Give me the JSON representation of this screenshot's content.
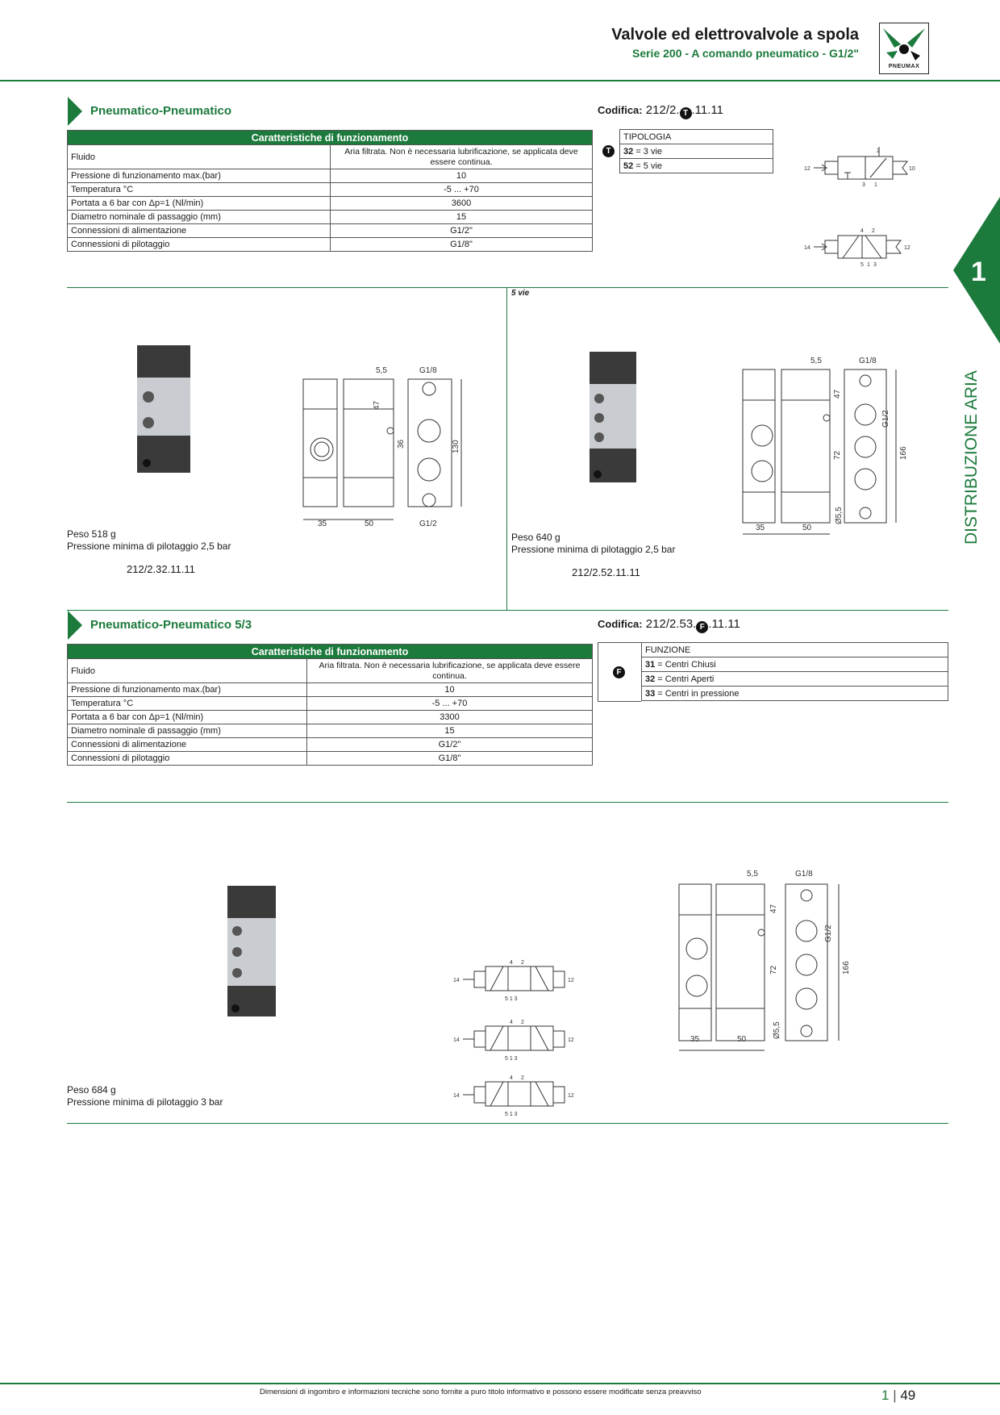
{
  "header": {
    "title": "Valvole ed elettrovalvole a spola",
    "subtitle": "Serie 200 - A comando pneumatico - G1/2\"",
    "logo_text": "PNEUMAX"
  },
  "side_tab": {
    "number": "1",
    "label": "DISTRIBUZIONE ARIA"
  },
  "section1": {
    "title": "Pneumatico-Pneumatico",
    "codifica_label": "Codifica:",
    "codifica_prefix": "212/2.",
    "codifica_marker": "T",
    "codifica_suffix": ".11.11",
    "table_header": "Caratteristiche di funzionamento",
    "rows": [
      {
        "label": "Fluido",
        "value": "Aria filtrata. Non è necessaria lubrificazione, se applicata deve essere continua."
      },
      {
        "label": "Pressione di funzionamento max.(bar)",
        "value": "10"
      },
      {
        "label": "Temperatura °C",
        "value": "-5 ... +70"
      },
      {
        "label": "Portata a 6 bar con Δp=1 (Nl/min)",
        "value": "3600"
      },
      {
        "label": "Diametro nominale di passaggio (mm)",
        "value": "15"
      },
      {
        "label": "Connessioni di alimentazione",
        "value": "G1/2\""
      },
      {
        "label": "Connessioni di pilotaggio",
        "value": "G1/8\""
      }
    ],
    "options": {
      "marker": "T",
      "header": "TIPOLOGIA",
      "items": [
        {
          "code": "32",
          "text": " = 3 vie"
        },
        {
          "code": "52",
          "text": " = 5 vie"
        }
      ]
    }
  },
  "products1": {
    "left": {
      "weight": "Peso 518 g",
      "pressure": "Pressione minima di pilotaggio 2,5 bar",
      "code": "212/2.32.11.11"
    },
    "right_label": "5 vie",
    "right": {
      "weight": "Peso 640 g",
      "pressure": "Pressione minima di pilotaggio 2,5 bar",
      "code": "212/2.52.11.11"
    }
  },
  "section2": {
    "title": "Pneumatico-Pneumatico 5/3",
    "codifica_label": "Codifica:",
    "codifica_prefix": "212/2.53.",
    "codifica_marker": "F",
    "codifica_suffix": ".11.11",
    "table_header": "Caratteristiche di funzionamento",
    "rows": [
      {
        "label": "Fluido",
        "value": "Aria filtrata. Non è necessaria lubrificazione, se applicata deve essere continua."
      },
      {
        "label": "Pressione di funzionamento max.(bar)",
        "value": "10"
      },
      {
        "label": "Temperatura °C",
        "value": "-5 ... +70"
      },
      {
        "label": "Portata a 6 bar con Δp=1 (Nl/min)",
        "value": "3300"
      },
      {
        "label": "Diametro nominale di passaggio (mm)",
        "value": "15"
      },
      {
        "label": "Connessioni di alimentazione",
        "value": "G1/2\""
      },
      {
        "label": "Connessioni di pilotaggio",
        "value": "G1/8\""
      }
    ],
    "options": {
      "marker": "F",
      "header": "FUNZIONE",
      "items": [
        {
          "code": "31",
          "text": " = Centri Chiusi"
        },
        {
          "code": "32",
          "text": " = Centri Aperti"
        },
        {
          "code": "33",
          "text": " = Centri in pressione"
        }
      ]
    }
  },
  "products2": {
    "weight": "Peso 684 g",
    "pressure": "Pressione minima di pilotaggio 3 bar"
  },
  "drawing_labels": {
    "d55": "5,5",
    "g18": "G1/8",
    "g12": "G1/2",
    "d47": "47",
    "d36": "36",
    "d130": "130",
    "d72": "72",
    "d166": "166",
    "d35": "35",
    "d50": "50",
    "dia55": "Ø5,5"
  },
  "footer": {
    "note": "Dimensioni di ingombro e informazioni tecniche sono fornite a puro titolo informativo e possono essere modificate senza preavviso",
    "chapter": "1",
    "page": "49"
  },
  "colors": {
    "accent": "#1c7a3c"
  }
}
